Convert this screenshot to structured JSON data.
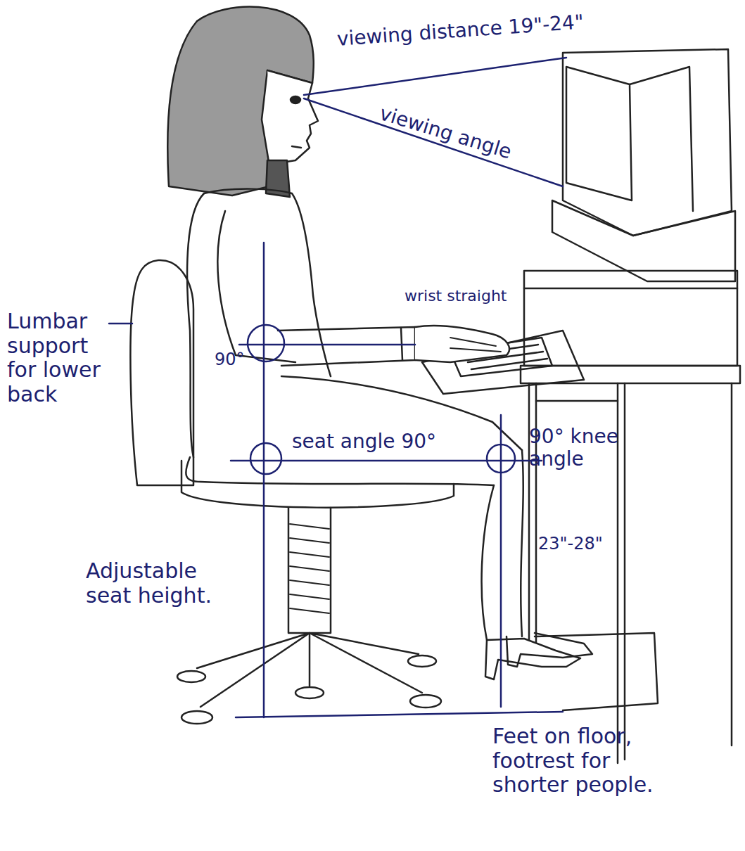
{
  "diagram": {
    "labels": [
      "viewing distance 19\"-24\"",
      "viewing angle",
      "wrist straight",
      "Lumbar support for lower back",
      "90°",
      "seat angle 90°",
      "90° knee angle",
      "23\"-28\"",
      "Adjustable seat height.",
      "Feet on floor, footrest for shorter people."
    ]
  }
}
